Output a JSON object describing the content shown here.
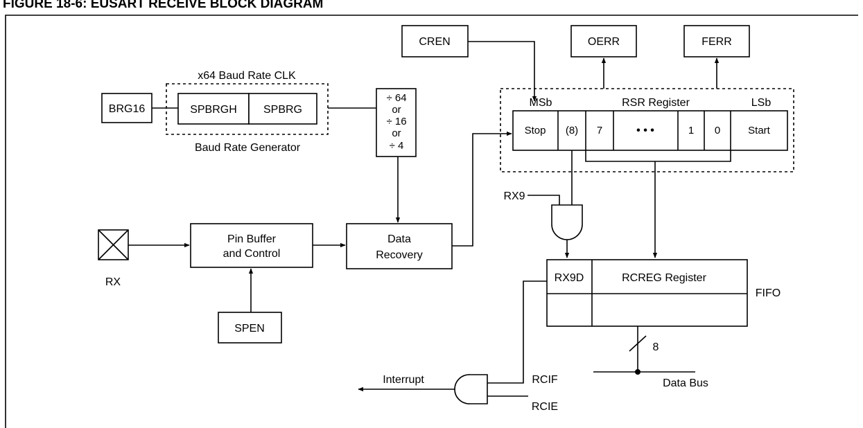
{
  "figure": {
    "title": "FIGURE 18-6:        EUSART RECEIVE BLOCK DIAGRAM"
  },
  "baud_rate_generator": {
    "clock_label": "x64 Baud Rate CLK",
    "brg16": "BRG16",
    "spbrgh": "SPBRGH",
    "spbrg": "SPBRG",
    "caption": "Baud Rate Generator",
    "divider": [
      "÷ 64",
      "or",
      "÷ 16",
      "or",
      "÷ 4"
    ]
  },
  "input_path": {
    "rx_pin_label": "RX",
    "pin_buffer": [
      "Pin Buffer",
      "and Control"
    ],
    "spen": "SPEN",
    "data_recovery": [
      "Data",
      "Recovery"
    ]
  },
  "control_bits": {
    "cren": "CREN",
    "oerr": "OERR",
    "ferr": "FERR",
    "rx9": "RX9"
  },
  "rsr_register": {
    "msb": "MSb",
    "title": "RSR Register",
    "lsb": "LSb",
    "cells": [
      "Stop",
      "(8)",
      "7",
      "• • •",
      "1",
      "0",
      "Start"
    ]
  },
  "rcreg": {
    "rx9d": "RX9D",
    "title": "RCREG Register",
    "fifo": "FIFO"
  },
  "data_bus": {
    "width": "8",
    "label": "Data Bus"
  },
  "interrupt": {
    "label": "Interrupt",
    "rcif": "RCIF",
    "rcie": "RCIE"
  }
}
